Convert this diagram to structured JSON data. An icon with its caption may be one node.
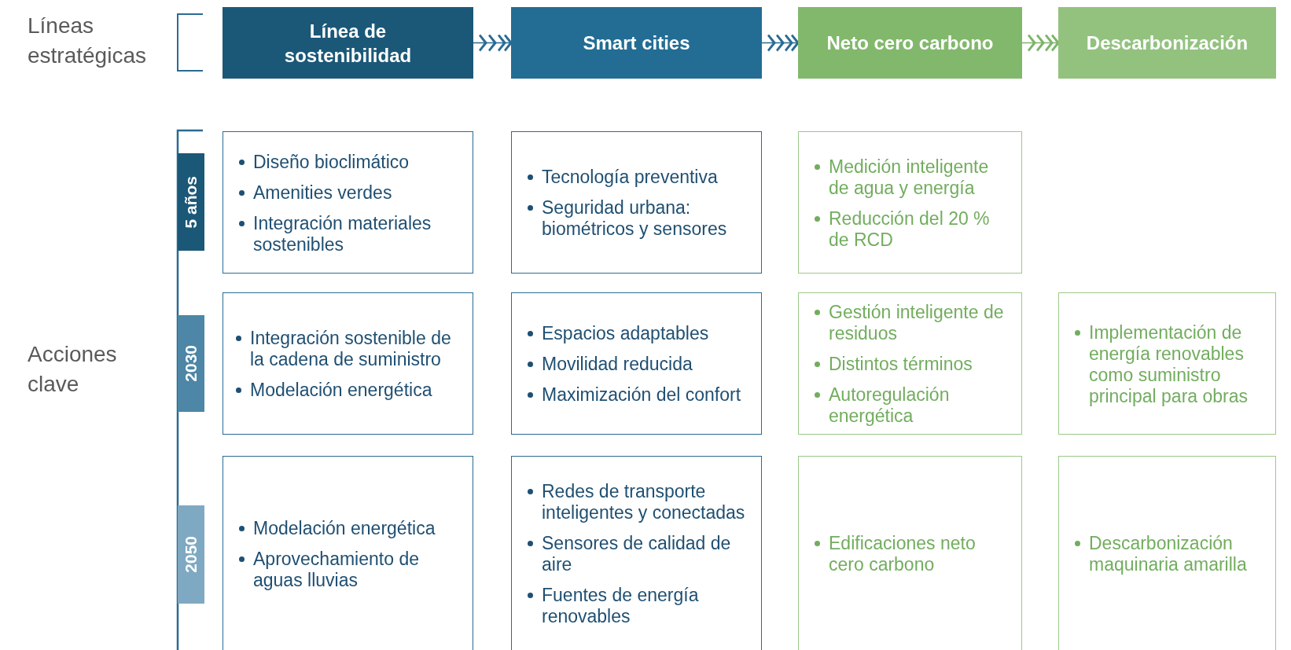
{
  "diagram": {
    "nodes": [
      {
        "text": [
          "Línea de sostenibilidad"
        ]
      },
      {
        "text": [
          "Smart cities"
        ]
      },
      {
        "text": [
          "Neto cero carbono"
        ]
      },
      {
        "text": [
          "Descarbonización"
        ]
      },
      {
        "text": [
          "5 años"
        ]
      },
      {
        "text": [
          "Diseño bioclimático",
          "Amenities verdes",
          "Integración materiales sostenibles"
        ]
      },
      {
        "text": [
          "Tecnología preventiva",
          "Seguridad urbana: biométricos y sensores"
        ]
      },
      {
        "text": [
          "Medición inteligente de agua y energía",
          "Reducción del 20 % de RCD"
        ]
      },
      {
        "text": [
          "2030"
        ]
      },
      {
        "text": [
          "Integración sostenible de la cadena de suministro",
          "Modelación energética"
        ]
      },
      {
        "text": [
          "Espacios adaptables",
          "Movilidad reducida",
          "Maximización del confort"
        ]
      },
      {
        "text": [
          "Gestión inteligente de residuos",
          "Distintos términos",
          "Autoregulación energética"
        ]
      },
      {
        "text": [
          "Implementación de energía renovables como suministro principal para obras"
        ]
      },
      {
        "text": [
          "2050"
        ]
      },
      {
        "text": [
          "Modelación energética",
          "Aprovechamiento de aguas lluvias"
        ]
      },
      {
        "text": [
          "Redes de transporte inteligentes y conectadas",
          "Sensores de calidad de aire",
          "Fuentes de energía renovables"
        ]
      },
      {
        "text": [
          "Edificaciones neto cero carbono"
        ]
      },
      {
        "text": [
          "Descarbonización maquinaria amarilla"
        ]
      }
    ],
    "edges": [
      {
        "from": 0,
        "to": 1,
        "arrow": "to"
      },
      {
        "from": 1,
        "to": 2,
        "arrow": "to"
      },
      {
        "from": 2,
        "to": 3,
        "arrow": "to",
        "color": "#7db46a"
      }
    ],
    "labels": [
      "Líneas estratégicas",
      "Acciones clave"
    ]
  }
}
